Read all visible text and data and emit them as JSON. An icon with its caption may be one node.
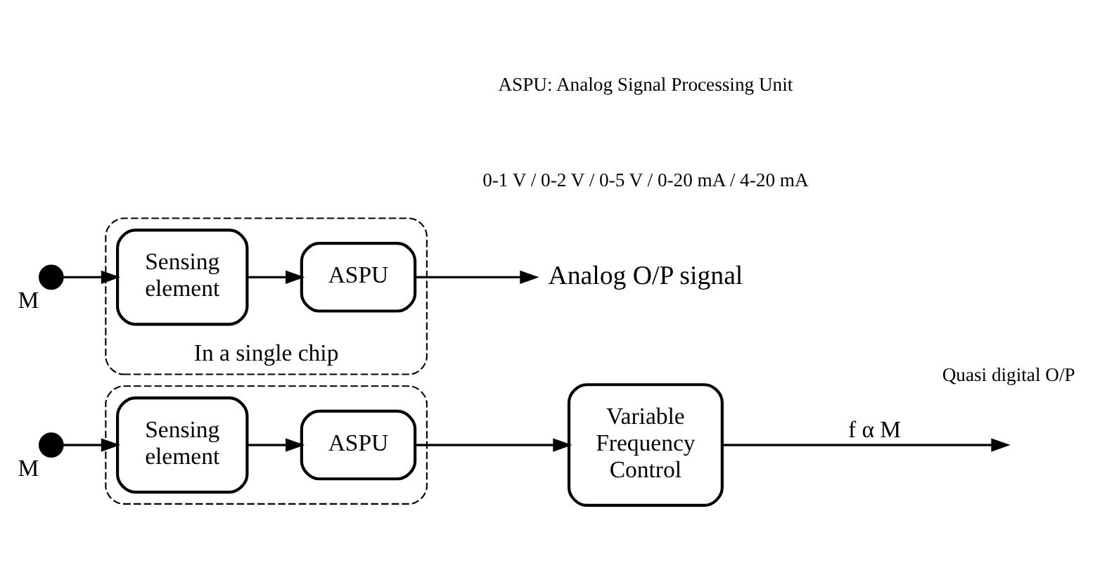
{
  "diagram": {
    "nodes": [
      {
        "text": [
          "In a single chip"
        ]
      },
      {
        "text": [],
        "shape": "circle",
        "beside": [
          "M"
        ]
      },
      {
        "text": [
          "Sensing element"
        ],
        "in": 0
      },
      {
        "text": [
          "ASPU"
        ],
        "in": 0
      },
      {
        "text": [
          "Analog O/P signal"
        ]
      },
      {
        "text": [],
        "shape": "box"
      },
      {
        "text": [],
        "shape": "circle",
        "beside": [
          "M"
        ]
      },
      {
        "text": [
          "Sensing element"
        ],
        "in": 5
      },
      {
        "text": [
          "ASPU"
        ],
        "in": 5
      },
      {
        "text": [
          "Variable Frequency Control"
        ]
      }
    ],
    "edges": [
      {
        "from": 1,
        "to": 2,
        "arrow": "to"
      },
      {
        "from": 2,
        "to": 3,
        "arrow": "to"
      },
      {
        "from": 3,
        "to": 4,
        "arrow": "to"
      },
      {
        "from": 6,
        "to": 7,
        "arrow": "to"
      },
      {
        "from": 7,
        "to": 8,
        "arrow": "to"
      },
      {
        "from": 8,
        "to": 9,
        "arrow": "to"
      },
      {
        "from": 9,
        "to": null,
        "arrow": "to",
        "label": "f α M"
      }
    ],
    "labels": [
      "0-1 V / 0-2 V / 0-5 V / 0-20 mA / 4-20 mA",
      "ASPU: Analog Signal Processing Unit",
      "Quasi digital O/P"
    ]
  }
}
